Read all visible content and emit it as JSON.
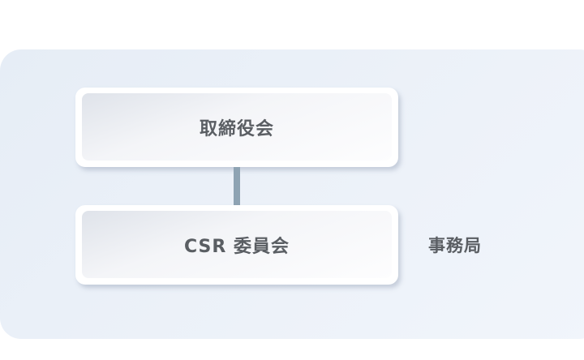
{
  "diagram": {
    "nodes": [
      {
        "label": "取締役会"
      },
      {
        "label": "CSR 委員会"
      }
    ],
    "side_label": "事務局",
    "colors": {
      "panel": "#e9eff7",
      "connector": "#8ea3b3",
      "text": "#5a5e63"
    }
  }
}
